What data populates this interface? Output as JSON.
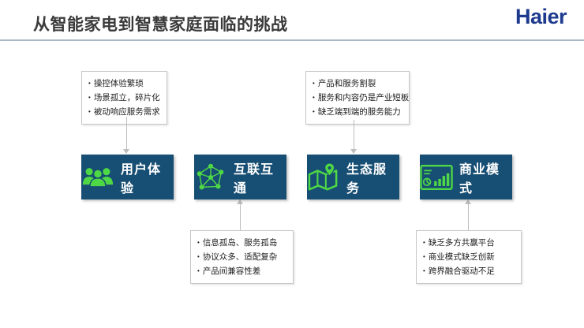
{
  "header": {
    "title": "从智能家电到智慧家庭面临的挑战",
    "logo": "Haier"
  },
  "colors": {
    "pillar_bg": "#174E73",
    "icon_green": "#4ED845",
    "logo_blue": "#1E3A8E",
    "divider": "#A9B7C7",
    "arrow_gray": "#BDBDBD"
  },
  "pillars": [
    {
      "label": "用户体验",
      "icon": "people-icon"
    },
    {
      "label": "互联互通",
      "icon": "network-icon"
    },
    {
      "label": "生态服务",
      "icon": "map-pin-icon"
    },
    {
      "label": "商业模式",
      "icon": "dashboard-chart-icon"
    }
  ],
  "callouts": [
    {
      "target": "用户体验",
      "position": "above",
      "items": [
        "操控体验繁琐",
        "场景孤立，碎片化",
        "被动响应服务需求"
      ]
    },
    {
      "target": "生态服务",
      "position": "above",
      "items": [
        "产品和服务割裂",
        "服务和内容仍是产业短板",
        "缺乏端到端的服务能力"
      ]
    },
    {
      "target": "互联互通",
      "position": "below",
      "items": [
        "信息孤岛、服务孤岛",
        "协议众多、适配复杂",
        "产品间兼容性差"
      ]
    },
    {
      "target": "商业模式",
      "position": "below",
      "items": [
        "缺乏多方共赢平台",
        "商业模式缺乏创新",
        "跨界融合驱动不足"
      ]
    }
  ]
}
